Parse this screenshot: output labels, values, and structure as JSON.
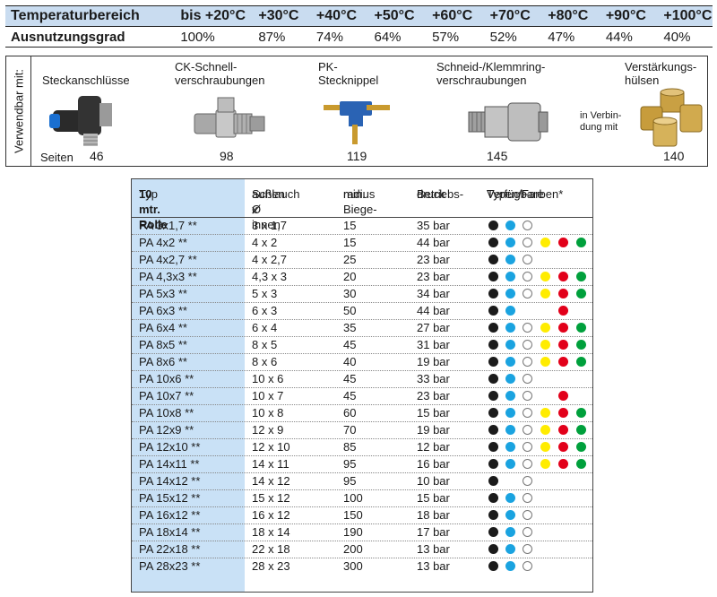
{
  "temperature_table": {
    "row1_label": "Temperaturbereich",
    "row2_label": "Ausnutzungsgrad",
    "temperatures": [
      "bis +20°C",
      "+30°C",
      "+40°C",
      "+50°C",
      "+60°C",
      "+70°C",
      "+80°C",
      "+90°C",
      "+100°C"
    ],
    "utilization": [
      "100%",
      "87%",
      "74%",
      "64%",
      "57%",
      "52%",
      "47%",
      "44%",
      "40%"
    ],
    "colors": {
      "header_bg": "#c9dcf0"
    }
  },
  "fittings": {
    "vertical_label": "Verwendbar mit:",
    "pages_label": "Seiten",
    "items": [
      {
        "line1": "Steckanschlüsse",
        "line2": "",
        "page": "46"
      },
      {
        "line1": "CK-Schnell-",
        "line2": "verschraubungen",
        "page": "98"
      },
      {
        "line1": "PK-",
        "line2": "Stecknippel",
        "page": "119"
      },
      {
        "line1": "Schneid-/Klemmring-",
        "line2": "verschraubungen",
        "page": "145"
      },
      {
        "line1": "Verstärkungs-",
        "line2": "hülsen",
        "page": "140"
      }
    ],
    "in_connection_line1": "in Verbin-",
    "in_connection_line2": "dung mit",
    "icons": [
      "push-in-fitting-icon",
      "quick-connector-icon",
      "plug-nipple-icon",
      "compression-fitting-icon",
      "reinforcement-sleeve-icon"
    ]
  },
  "hose_table": {
    "headers": {
      "typ_line1": "Typ",
      "typ_line2": "10 mtr. Rolle",
      "schlauch_line1": "Schlauch Ø",
      "schlauch_line2": "außen x innen",
      "biege_line1": "min. Biege-",
      "biege_line2": "radius",
      "druck_line1": "Betriebs-",
      "druck_line2": "druck",
      "farben_line1": "Verfügbare",
      "farben_line2": "Typen/Farben*"
    },
    "rows": [
      {
        "typ": "PA 3x1,7 **",
        "schlauch": "3 x 1,7",
        "radius": "15",
        "druck": "35 bar",
        "colors": [
          "black",
          "blue",
          "natural"
        ]
      },
      {
        "typ": "PA 4x2 **",
        "schlauch": "4 x 2",
        "radius": "15",
        "druck": "44 bar",
        "colors": [
          "black",
          "blue",
          "natural",
          "yellow",
          "red",
          "green"
        ]
      },
      {
        "typ": "PA 4x2,7 **",
        "schlauch": "4 x 2,7",
        "radius": "25",
        "druck": "23 bar",
        "colors": [
          "black",
          "blue",
          "natural"
        ]
      },
      {
        "typ": "PA 4,3x3 **",
        "schlauch": "4,3 x 3",
        "radius": "20",
        "druck": "23 bar",
        "colors": [
          "black",
          "blue",
          "natural",
          "yellow",
          "red",
          "green"
        ]
      },
      {
        "typ": "PA 5x3 **",
        "schlauch": "5 x 3",
        "radius": "30",
        "druck": "34 bar",
        "colors": [
          "black",
          "blue",
          "natural",
          "yellow",
          "red",
          "green"
        ]
      },
      {
        "typ": "PA 6x3 **",
        "schlauch": "6 x 3",
        "radius": "50",
        "druck": "44 bar",
        "colors": [
          "black",
          "blue",
          "red"
        ]
      },
      {
        "typ": "PA 6x4 **",
        "schlauch": "6 x 4",
        "radius": "35",
        "druck": "27 bar",
        "colors": [
          "black",
          "blue",
          "natural",
          "yellow",
          "red",
          "green"
        ]
      },
      {
        "typ": "PA 8x5 **",
        "schlauch": "8 x 5",
        "radius": "45",
        "druck": "31 bar",
        "colors": [
          "black",
          "blue",
          "natural",
          "yellow",
          "red",
          "green"
        ]
      },
      {
        "typ": "PA 8x6 **",
        "schlauch": "8 x 6",
        "radius": "40",
        "druck": "19 bar",
        "colors": [
          "black",
          "blue",
          "natural",
          "yellow",
          "red",
          "green"
        ]
      },
      {
        "typ": "PA 10x6 **",
        "schlauch": "10 x 6",
        "radius": "45",
        "druck": "33 bar",
        "colors": [
          "black",
          "blue",
          "natural"
        ]
      },
      {
        "typ": "PA 10x7 **",
        "schlauch": "10 x 7",
        "radius": "45",
        "druck": "23 bar",
        "colors": [
          "black",
          "blue",
          "natural",
          "red"
        ]
      },
      {
        "typ": "PA 10x8 **",
        "schlauch": "10 x 8",
        "radius": "60",
        "druck": "15 bar",
        "colors": [
          "black",
          "blue",
          "natural",
          "yellow",
          "red",
          "green"
        ]
      },
      {
        "typ": "PA 12x9 **",
        "schlauch": "12 x 9",
        "radius": "70",
        "druck": "19 bar",
        "colors": [
          "black",
          "blue",
          "natural",
          "yellow",
          "red",
          "green"
        ]
      },
      {
        "typ": "PA 12x10 **",
        "schlauch": "12 x 10",
        "radius": "85",
        "druck": "12 bar",
        "colors": [
          "black",
          "blue",
          "natural",
          "yellow",
          "red",
          "green"
        ]
      },
      {
        "typ": "PA 14x11 **",
        "schlauch": "14 x 11",
        "radius": "95",
        "druck": "16 bar",
        "colors": [
          "black",
          "blue",
          "natural",
          "yellow",
          "red",
          "green"
        ]
      },
      {
        "typ": "PA 14x12 **",
        "schlauch": "14 x 12",
        "radius": "95",
        "druck": "10 bar",
        "colors": [
          "black",
          "natural"
        ]
      },
      {
        "typ": "PA 15x12 **",
        "schlauch": "15 x 12",
        "radius": "100",
        "druck": "15 bar",
        "colors": [
          "black",
          "blue",
          "natural"
        ]
      },
      {
        "typ": "PA 16x12 **",
        "schlauch": "16 x 12",
        "radius": "150",
        "druck": "18 bar",
        "colors": [
          "black",
          "blue",
          "natural"
        ]
      },
      {
        "typ": "PA 18x14 **",
        "schlauch": "18 x 14",
        "radius": "190",
        "druck": "17 bar",
        "colors": [
          "black",
          "blue",
          "natural"
        ]
      },
      {
        "typ": "PA 22x18 **",
        "schlauch": "22 x 18",
        "radius": "200",
        "druck": "13 bar",
        "colors": [
          "black",
          "blue",
          "natural"
        ]
      },
      {
        "typ": "PA 28x23 **",
        "schlauch": "28 x 23",
        "radius": "300",
        "druck": "13 bar",
        "colors": [
          "black",
          "blue",
          "natural"
        ]
      }
    ],
    "dot_colors": {
      "black": "#1b1b1b",
      "blue": "#1aa3e0",
      "natural": "#ffffff",
      "yellow": "#ffec00",
      "red": "#e2001a",
      "green": "#00a03c"
    },
    "shade_color": "#c9e1f6"
  }
}
